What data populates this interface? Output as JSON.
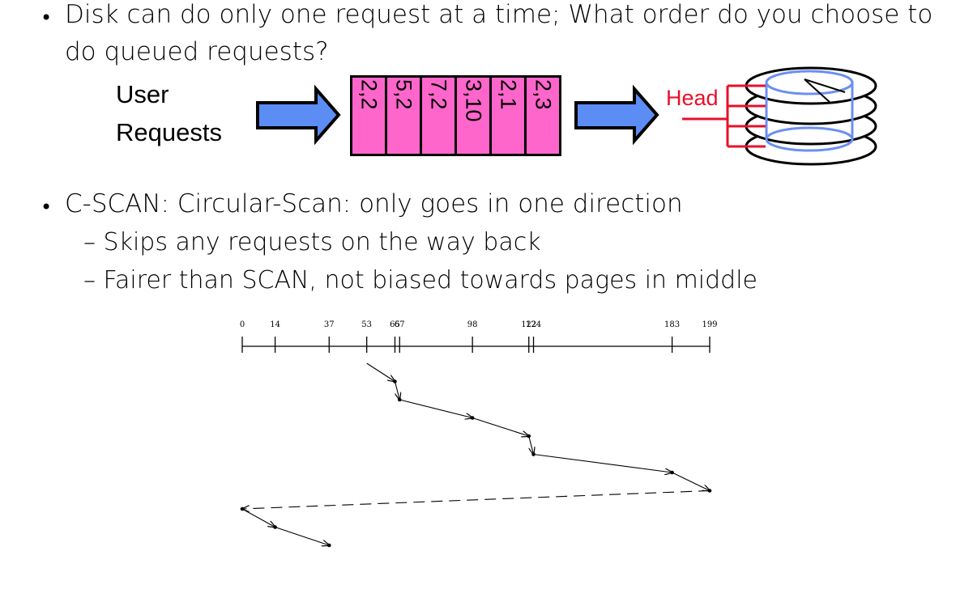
{
  "bullets": {
    "line1": "Disk can do only one request at a time; What order do you choose to",
    "line2": "do queued requests?",
    "line3": "C-SCAN: Circular-Scan: only goes in one direction",
    "sub1": "– Skips any requests on the way back",
    "sub2": "– Fairer than SCAN, not biased towards pages in middle",
    "bullet_glyph": "•"
  },
  "queue": {
    "user_label_1": "User",
    "user_label_2": "Requests",
    "items": [
      "2,2",
      "5,2",
      "7,2",
      "3,10",
      "2,1",
      "2,3"
    ]
  },
  "disk": {
    "head_label": "Head"
  },
  "colors": {
    "arrow_fill": "#5b8df5",
    "queue_fill": "#ff66cc",
    "head_red": "#e8102a",
    "cylinder_blue": "#6c8ff0"
  },
  "chart_data": {
    "type": "line",
    "title": "",
    "xlabel": "",
    "ylabel": "",
    "xlim": [
      0,
      199
    ],
    "x_ticks": [
      0,
      14,
      37,
      53,
      65,
      67,
      98,
      122,
      124,
      183,
      199
    ],
    "service_order": [
      53,
      65,
      67,
      98,
      122,
      124,
      183,
      199,
      0,
      14,
      37
    ],
    "return_sweep": {
      "from": 199,
      "to": 0,
      "style": "dashed"
    }
  }
}
